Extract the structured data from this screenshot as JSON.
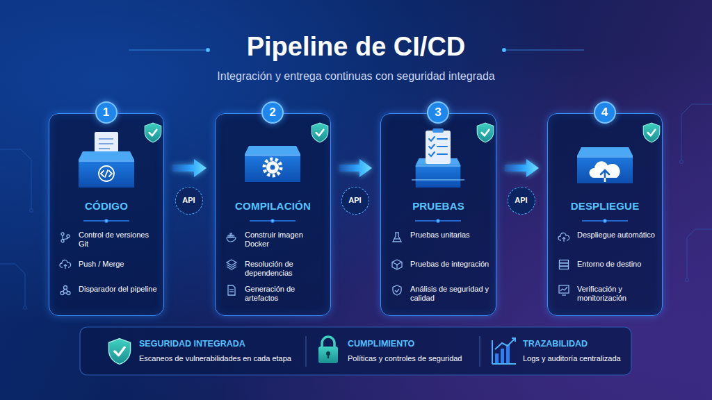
{
  "diagram": {
    "title": "Pipeline de CI/CD",
    "nodes": [
      {
        "text": [
          "CÓDIGO",
          "Control de versiones Git",
          "Push / Merge",
          "Disparador del pipeline"
        ]
      },
      {
        "text": [
          "1"
        ],
        "in": 0
      },
      {
        "text": [
          "API"
        ]
      },
      {
        "text": [
          "COMPILACIÓN",
          "Construir imagen Docker",
          "Resolución de dependencias",
          "Generación de artefactos"
        ]
      },
      {
        "text": [
          "2"
        ],
        "in": 3
      },
      {
        "text": [
          "API"
        ]
      },
      {
        "text": [
          "PRUEBAS",
          "Pruebas unitarias",
          "Pruebas de integración",
          "Análisis de seguridad y calidad"
        ]
      },
      {
        "text": [
          "3"
        ],
        "in": 6
      },
      {
        "text": [
          "API"
        ]
      },
      {
        "text": [
          "DESPLIEGUE",
          "Despliegue automático",
          "Entorno de destino",
          "Verificación y monitorización"
        ]
      },
      {
        "text": [
          "4"
        ],
        "in": 9
      },
      {
        "text": [
          "SEGURIDAD INTEGRADA",
          "Escaneos de vulnerabilidades en cada etapa"
        ]
      },
      {
        "text": [
          "CUMPLIMIENTO",
          "Políticas y controles de seguridad"
        ]
      },
      {
        "text": [
          "TRAZABILIDAD",
          "Logs y auditoría centralizada"
        ]
      }
    ],
    "edges": [
      {
        "from": 0,
        "to": 3,
        "arrow": "to"
      },
      {
        "from": 3,
        "to": 6,
        "arrow": "to"
      },
      {
        "from": 6,
        "to": 9,
        "arrow": "to"
      }
    ],
    "labels": [
      "Integración y entrega continuas con seguridad integrada"
    ]
  }
}
